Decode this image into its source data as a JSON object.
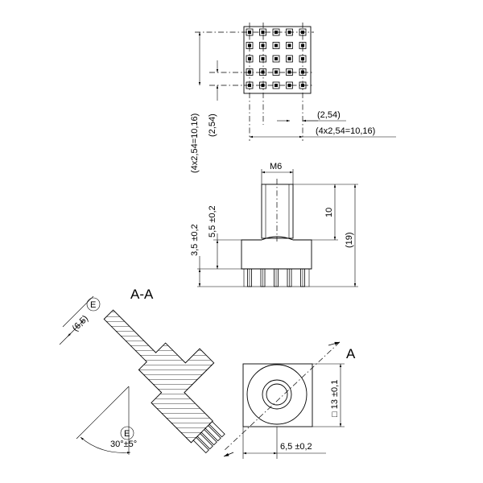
{
  "labels": {
    "pitch_ref": "(2,54)",
    "pitch_total_x": "(4x2,54=10,16)",
    "pitch_ref_v": "(2,54)",
    "pitch_total_y": "(4x2,54=10,16)",
    "thread": "M6",
    "shaft_height": "10",
    "total_height": "(19)",
    "body_height": "5,5 ±0,2",
    "base_height": "3,5 ±0,2",
    "section_title": "A-A",
    "section_dim": "(6,5)",
    "marker_e": "E",
    "angle": "30°±5°",
    "body_width": "6,5 ±0,2",
    "square_size": "□ 13 ±0,1",
    "section_marker": "A"
  }
}
